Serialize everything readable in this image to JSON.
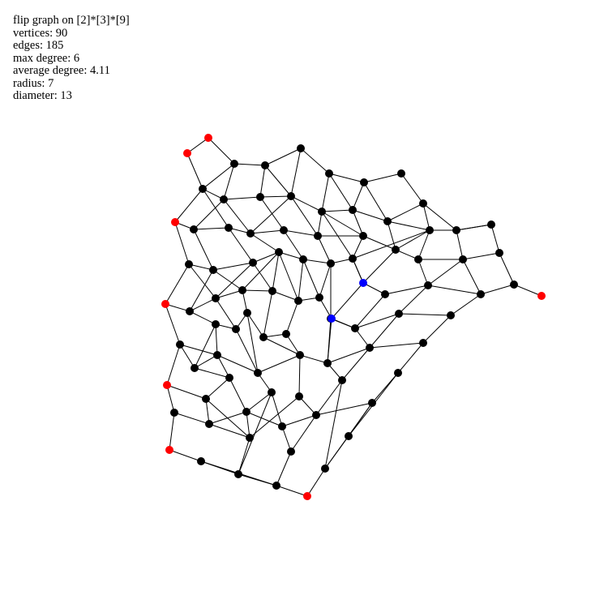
{
  "info": {
    "title": "flip graph on [2]*[3]*[9]",
    "vertices": "vertices: 90",
    "edges": "edges: 185",
    "max_degree": "max degree: 6",
    "average_degree": "average degree: 4.11",
    "radius": "radius: 7",
    "diameter": "diameter: 13"
  },
  "colors": {
    "default_node": "#000000",
    "extreme_node": "#ff0000",
    "special_node": "#0000ff",
    "edge": "#000000"
  }
}
